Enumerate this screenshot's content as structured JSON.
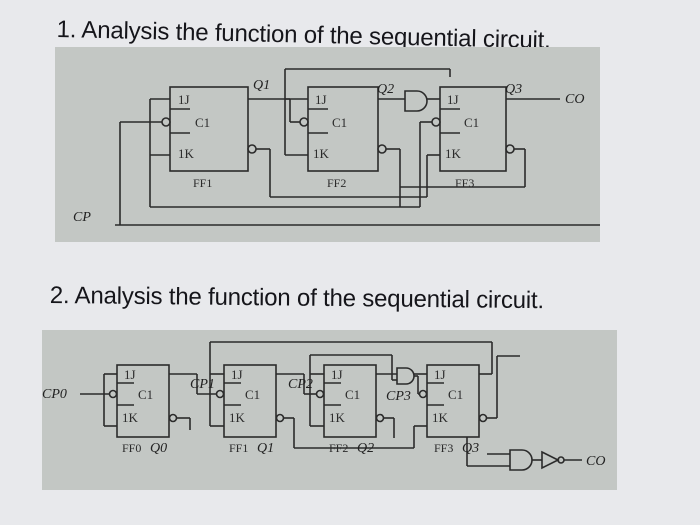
{
  "questions": [
    {
      "title": "1. Analysis the function of the sequential circuit."
    },
    {
      "title": "2. Analysis the function of the sequential circuit."
    }
  ],
  "circuit1": {
    "clock": "CP",
    "carry_out": "CO",
    "flipflops": [
      {
        "name": "FF1",
        "output": "Q1"
      },
      {
        "name": "FF2",
        "output": "Q2"
      },
      {
        "name": "FF3",
        "output": "Q3"
      }
    ],
    "pins": {
      "j": "1J",
      "c": "C1",
      "k": "1K"
    }
  },
  "circuit2": {
    "clock": "CP0",
    "carry_out": "CO",
    "clock_lines": [
      "CP1",
      "CP2",
      "CP3"
    ],
    "flipflops": [
      {
        "name": "FF0",
        "output": "Q0"
      },
      {
        "name": "FF1",
        "output": "Q1"
      },
      {
        "name": "FF2",
        "output": "Q2"
      },
      {
        "name": "FF3",
        "output": "Q3"
      }
    ],
    "pins": {
      "j": "1J",
      "c": "C1",
      "k": "1K"
    }
  },
  "colors": {
    "page": "#e8e9ec",
    "circuit_bg": "#c3c7c4",
    "ink": "#2b2b2b"
  }
}
